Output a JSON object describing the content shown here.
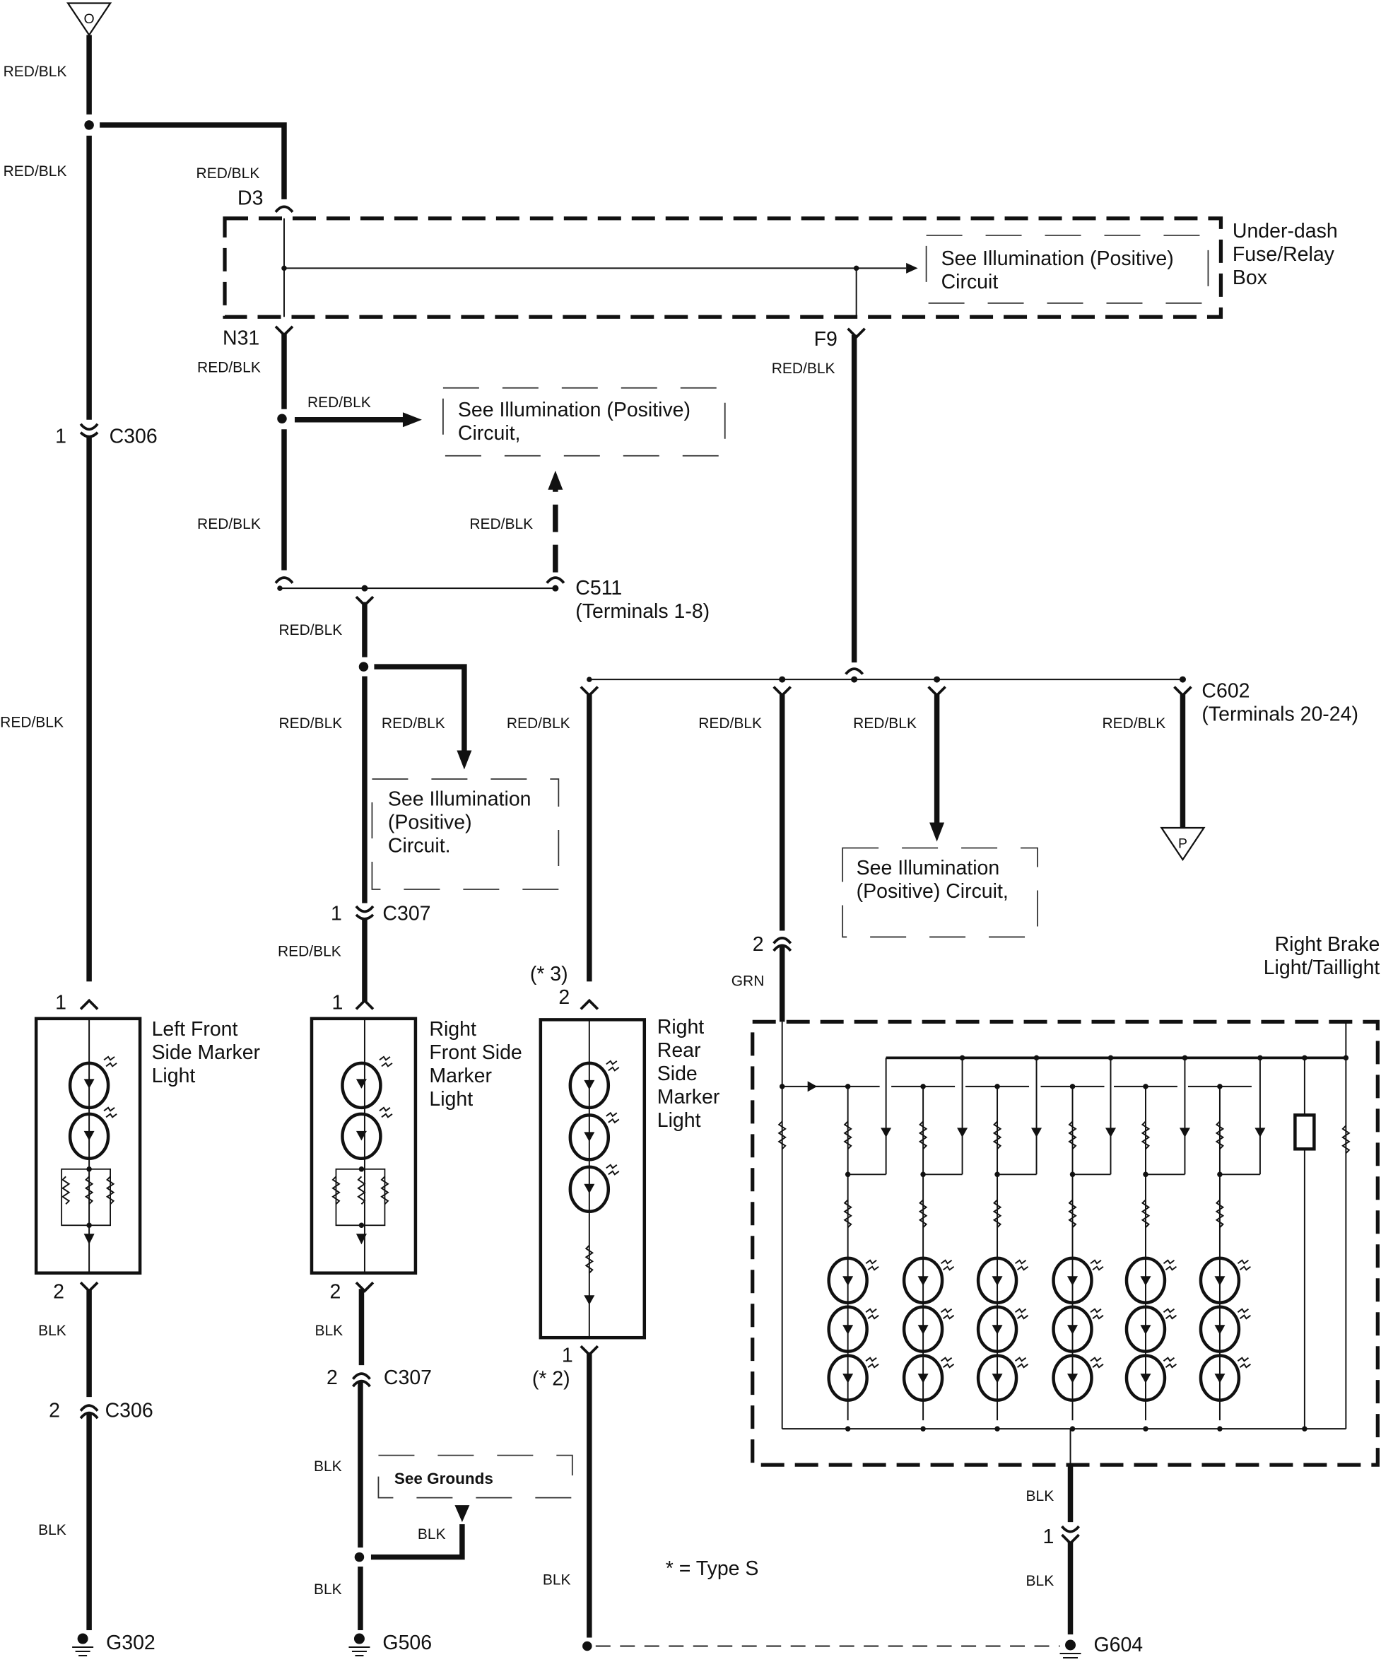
{
  "diagram": {
    "title": "Side Marker / Taillight Circuit",
    "colors": {
      "ink": "#111111",
      "background": "#ffffff"
    },
    "sources": {
      "top_terminal": "O",
      "bottom_terminal": "P"
    },
    "fuse_box": {
      "name": "Under-dash\nFuse/Relay\nBox",
      "name_lines": [
        "Under-dash",
        "Fuse/Relay",
        "Box"
      ],
      "terminals": {
        "in": "D3",
        "out_left": "N31",
        "out_right": "F9"
      },
      "ref_lines": [
        "See Illumination (Positive)",
        "Circuit"
      ]
    },
    "wires": {
      "red_blk": "RED/BLK",
      "blk": "BLK",
      "grn": "GRN"
    },
    "refs": {
      "illum_top": [
        "See Illumination (Positive)",
        "Circuit,"
      ],
      "illum_mid": [
        "See Illumination",
        "(Positive)",
        "Circuit."
      ],
      "illum_right": [
        "See Illumination",
        "(Positive) Circuit,"
      ],
      "grounds": "See Grounds"
    },
    "connectors": {
      "c306_top": {
        "pin": "1",
        "name": "C306"
      },
      "c306_bottom": {
        "pin": "2",
        "name": "C306"
      },
      "c307_top": {
        "pin": "1",
        "name": "C307"
      },
      "c307_bottom": {
        "pin": "2",
        "name": "C307"
      },
      "c511": {
        "name": "C511",
        "detail": "(Terminals 1-8)"
      },
      "c602": {
        "name": "C602",
        "detail": "(Terminals 20-24)"
      },
      "brake_in": {
        "pin": "2"
      },
      "brake_out": {
        "pin": "1"
      }
    },
    "components": {
      "left_front": {
        "lines": [
          "Left Front",
          "Side Marker",
          "Light"
        ],
        "pin_in": "1",
        "pin_out": "2"
      },
      "right_front": {
        "lines": [
          "Right",
          "Front Side",
          "Marker",
          "Light"
        ],
        "pin_in": "1",
        "pin_out": "2"
      },
      "right_rear": {
        "lines": [
          "Right",
          "Rear",
          "Side",
          "Marker",
          "Light"
        ],
        "pin_in": "2",
        "pin_in_note": "(* 3)",
        "pin_out": "1",
        "pin_out_note": "(* 2)"
      },
      "right_brake": {
        "lines": [
          "Right Brake",
          "Light/Taillight"
        ]
      }
    },
    "grounds": {
      "g302": "G302",
      "g506": "G506",
      "g604": "G604"
    },
    "footnote": "* = Type S"
  }
}
